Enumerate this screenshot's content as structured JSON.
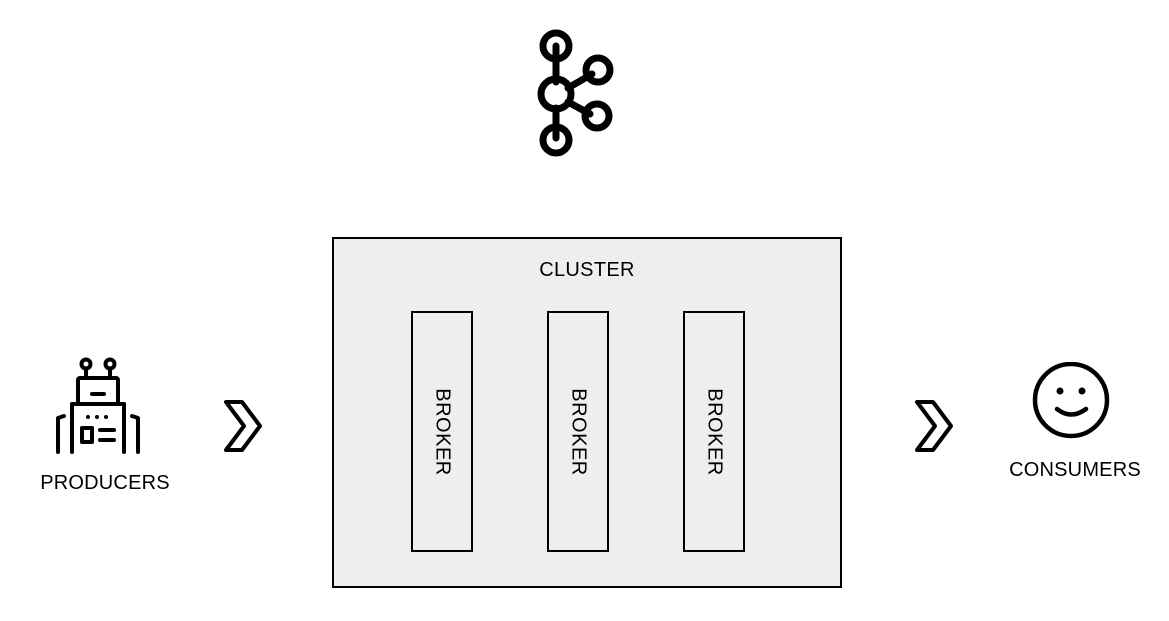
{
  "logo": {
    "icon": "kafka-logo-icon"
  },
  "producers": {
    "label": "PRODUCERS",
    "icon": "robot-icon"
  },
  "consumers": {
    "label": "CONSUMERS",
    "icon": "smiley-face-icon"
  },
  "cluster": {
    "label": "CLUSTER",
    "fill_color": "#eeeeee",
    "brokers": [
      {
        "label": "BROKER"
      },
      {
        "label": "BROKER"
      },
      {
        "label": "BROKER"
      }
    ]
  },
  "flow_arrows": [
    "chevron-right-icon",
    "chevron-right-icon"
  ]
}
